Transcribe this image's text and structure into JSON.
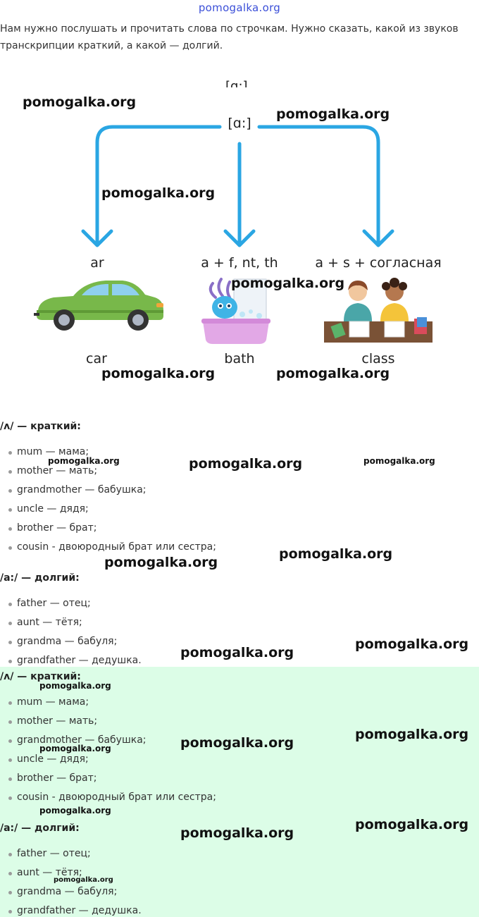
{
  "header": {
    "site_title": "pomogalka.org"
  },
  "intro": {
    "text": "Нам нужно послушать и прочитать слова по строчкам. Нужно сказать, какой из звуков транскрипции краткий, а какой — долгий."
  },
  "diagram": {
    "top_partial": "[ɑ:]",
    "top_symbol": "[ɑ:]",
    "arrow_color": "#2aa6e3",
    "rules": [
      "ar",
      "a + f, nt, th",
      "a + s + согласная"
    ],
    "words": [
      "car",
      "bath",
      "class"
    ],
    "images": [
      "green-car",
      "monster-in-bathtub",
      "two-children-studying"
    ]
  },
  "watermark": "pomogalka.org",
  "question": {
    "short_heading": "/ʌ/ — краткий:",
    "short_items": [
      "mum — мама;",
      "mother — мать;",
      "grandmother — бабушка;",
      "uncle — дядя;",
      "brother — брат;",
      "cousin - двоюродный брат или сестра;"
    ],
    "long_heading": "/a:/ — долгий:",
    "long_items": [
      "father — отец;",
      "aunt — тётя;",
      "grandma — бабуля;",
      "grandfather — дедушка."
    ]
  },
  "answer": {
    "background_color": "#dcfde7",
    "short_heading": "/ʌ/ — краткий:",
    "short_items": [
      "mum — мама;",
      "mother — мать;",
      "grandmother — бабушка;",
      "uncle — дядя;",
      "brother — брат;",
      "cousin - двоюродный брат или сестра;"
    ],
    "long_heading": "/a:/ — долгий:",
    "long_items": [
      "father — отец;",
      "aunt — тётя;",
      "grandma — бабуля;",
      "grandfather — дедушка."
    ]
  }
}
